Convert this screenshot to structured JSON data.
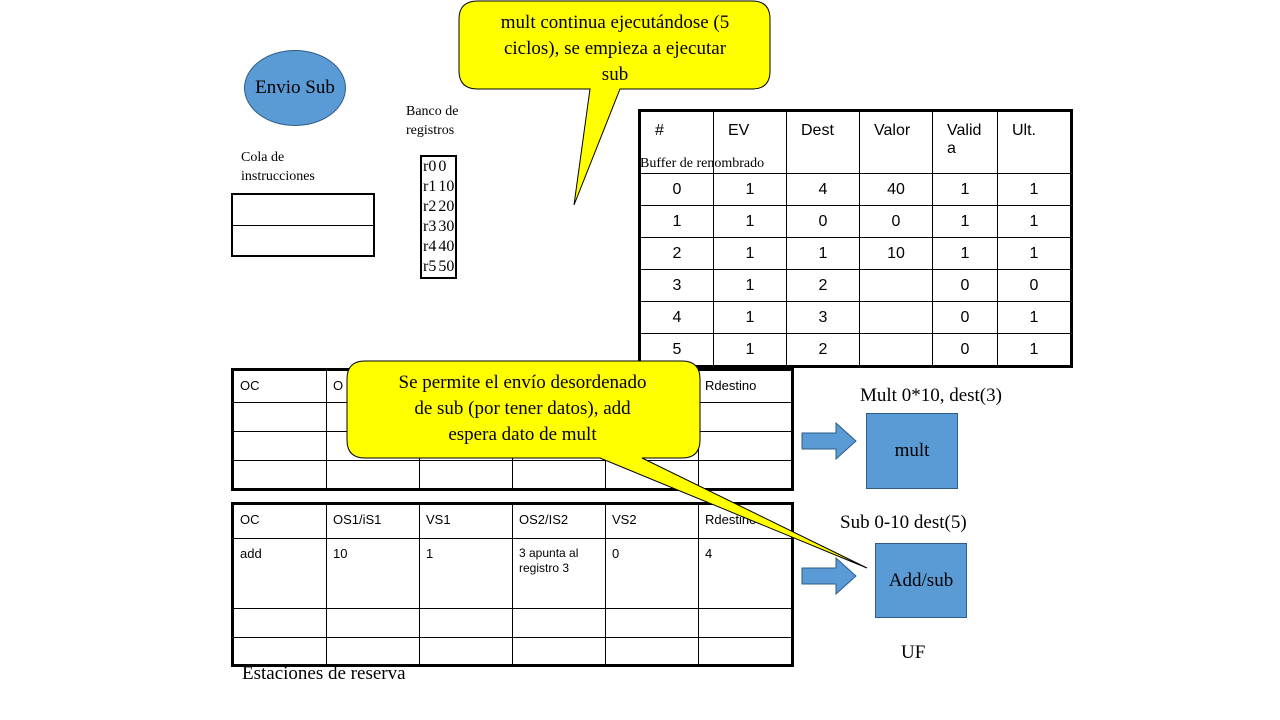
{
  "envio_sub": "Envio Sub",
  "register_bank": {
    "label_line1": "Banco de",
    "label_line2": "registros",
    "rows": [
      {
        "reg": "r0",
        "value": "0"
      },
      {
        "reg": "r1",
        "value": "10"
      },
      {
        "reg": "r2",
        "value": "20"
      },
      {
        "reg": "r3",
        "value": "30"
      },
      {
        "reg": "r4",
        "value": "40"
      },
      {
        "reg": "r5",
        "value": "50"
      }
    ]
  },
  "instruction_queue": {
    "label_line1": "Cola de",
    "label_line2": "instrucciones"
  },
  "rename_buffer": {
    "label": "Buffer de renombrado",
    "headers": [
      "#",
      "EV",
      "Dest",
      "Valor",
      "Valid a",
      "Ult."
    ],
    "rows": [
      [
        "0",
        "1",
        "4",
        "40",
        "1",
        "1"
      ],
      [
        "1",
        "1",
        "0",
        "0",
        "1",
        "1"
      ],
      [
        "2",
        "1",
        "1",
        "10",
        "1",
        "1"
      ],
      [
        "3",
        "1",
        "2",
        "",
        "0",
        "0"
      ],
      [
        "4",
        "1",
        "3",
        "",
        "0",
        "1"
      ],
      [
        "5",
        "1",
        "2",
        "",
        "0",
        "1"
      ]
    ]
  },
  "reservation_station_mult": {
    "header_col1": "OC",
    "header_col2": "O",
    "header_last": "Rdestino"
  },
  "reservation_station_add": {
    "headers": [
      "OC",
      "OS1/iS1",
      "VS1",
      "OS2/IS2",
      "VS2",
      "Rdestino"
    ],
    "rows": [
      [
        "add",
        "10",
        "1",
        "3 apunta al registro 3",
        "0",
        "4"
      ]
    ]
  },
  "reservation_label": "Estaciones de reserva",
  "functional_units": {
    "mult_label": "mult",
    "mult_op": "Mult 0*10, dest(3)",
    "addsub_label": "Add/sub",
    "addsub_op": "Sub 0-10 dest(5)",
    "uf_label": "UF"
  },
  "callouts": {
    "top_line1": "mult continua ejecutándose (5",
    "top_line2": "ciclos), se empieza a ejecutar",
    "top_line3": "sub",
    "middle_line1": "Se permite el envío desordenado",
    "middle_line2": "de sub (por tener datos), add",
    "middle_line3": "espera dato de mult"
  },
  "colors": {
    "unit_blue": "#5b9bd5",
    "callout_yellow": "#ffff00",
    "arrow_blue": "#5b9bd5"
  }
}
